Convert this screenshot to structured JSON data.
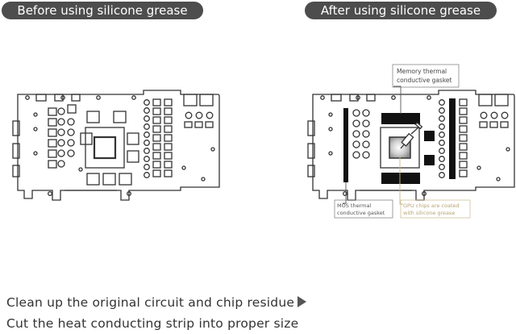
{
  "headers": {
    "before": "Before using silicone grease",
    "after": "After using silicone grease"
  },
  "annotations": {
    "memory_line1": "Memory thermal",
    "memory_line2": "conductive gasket",
    "mos_line1": "MOS thermal",
    "mos_line2": "conductive gasket",
    "gpu_line1": "GPU chips are coated",
    "gpu_line2": "with silicone grease"
  },
  "captions": {
    "line1": "Clean up the original circuit and chip residue",
    "line2": "Cut the heat conducting strip into proper size"
  },
  "colors": {
    "header_bg": "#4d4d4d",
    "header_text": "#ffffff",
    "board_line": "#333333",
    "gasket": "#111111",
    "gpu_leader": "#c8b98a"
  },
  "icons": {
    "caption_arrow": "play-triangle-right-icon"
  }
}
